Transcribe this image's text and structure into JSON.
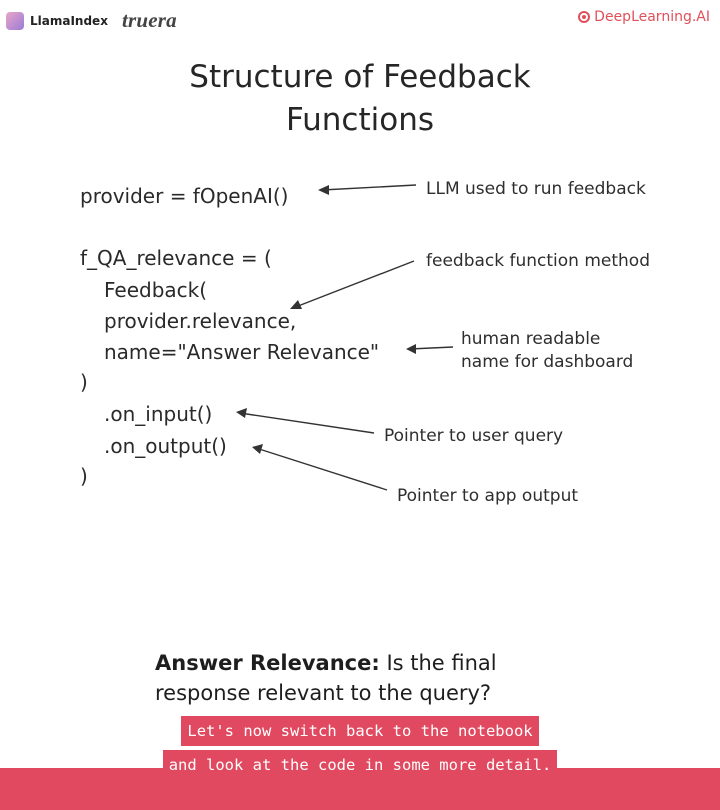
{
  "header": {
    "brand_left": "LlamaIndex",
    "brand_middle": "truera",
    "brand_right": "DeepLearning.AI"
  },
  "slide": {
    "title_line1": "Structure of Feedback",
    "title_line2": "Functions",
    "code": [
      "provider = fOpenAI()",
      "f_QA_relevance = (",
      "Feedback(",
      "provider.relevance,",
      "name=\"Answer Relevance\"",
      ")",
      ".on_input()",
      ".on_output()",
      ")"
    ],
    "notes": {
      "llm": "LLM used to run feedback",
      "method": "feedback function method",
      "human_line1": "human readable",
      "human_line2": "name for dashboard",
      "query": "Pointer to user query",
      "output": "Pointer to app output"
    },
    "answer_bold": "Answer Relevance:",
    "answer_line1_rest": " Is the final",
    "answer_line2": "response relevant to the query?"
  },
  "caption": {
    "line1": "Let's now switch back to the notebook",
    "line2": "and look at the code in some more detail."
  },
  "colors": {
    "accent": "#e0495f",
    "brand_dl": "#e0505a"
  }
}
